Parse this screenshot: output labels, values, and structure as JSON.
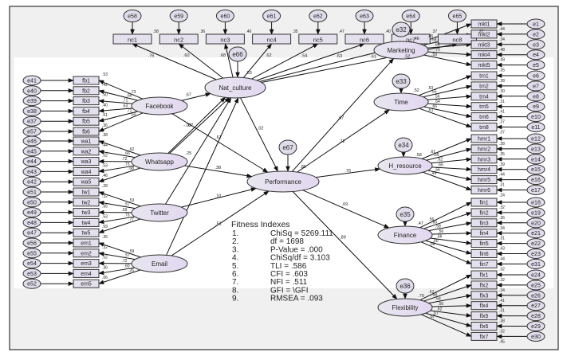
{
  "diagram": {
    "title": "SEM path diagram",
    "colors": {
      "latent_fill": "#e6e0f0",
      "observed_fill": "#e4e0ee",
      "error_fill": "#e0dcea",
      "stroke": "#222222",
      "frame_bg_top": "#f0f0f0",
      "frame_bg_mid": "#ffffff"
    },
    "latents": {
      "nat_culture": {
        "label": "Nat_culture",
        "error": "e66",
        "r2": ".53"
      },
      "performance": {
        "label": "Performance",
        "error": "e67",
        "r2": ".80"
      },
      "facebook": {
        "label": "Facebook"
      },
      "whatsapp": {
        "label": "Whatsapp"
      },
      "twitter": {
        "label": "Twitter"
      },
      "email": {
        "label": "Email"
      },
      "marketing": {
        "label": "Marketing",
        "error": "e32",
        "r2": ".46"
      },
      "time": {
        "label": "Time",
        "error": "e33",
        "r2": ".52"
      },
      "h_resource": {
        "label": "H_resource",
        "error": "e34",
        "r2": ".58"
      },
      "finance": {
        "label": "Finance",
        "error": "e35",
        "r2": ".47"
      },
      "flexibility": {
        "label": "Flexibility",
        "error": "e36",
        "r2": ".79"
      }
    },
    "indicator_groups": [
      {
        "latent": "nat_culture",
        "side": "top",
        "items": [
          {
            "label": "nc1",
            "error": "e58",
            "r2": ".58",
            "loading": ".76"
          },
          {
            "label": "nc2",
            "error": "e59",
            "r2": ".36",
            "loading": ".60"
          },
          {
            "label": "nc3",
            "error": "e60",
            "r2": ".46",
            "loading": ".68"
          },
          {
            "label": "nc4",
            "error": "e61",
            "r2": ".35",
            "loading": ".62"
          },
          {
            "label": "nc5",
            "error": "e62",
            "r2": ".47",
            "loading": ".54"
          },
          {
            "label": "nc6",
            "error": "e63",
            "r2": ".40",
            "loading": ".63"
          },
          {
            "label": "nc7",
            "error": "e64",
            "r2": ".37",
            "loading": ".61"
          },
          {
            "label": "nc8",
            "error": "e65",
            "r2": ".27",
            "loading": ".52"
          }
        ]
      },
      {
        "latent": "facebook",
        "side": "left",
        "items": [
          {
            "label": "fb1",
            "error": "e41",
            "r2": ".53",
            "loading": ".73"
          },
          {
            "label": "fb2",
            "error": "e40",
            "r2": ".42",
            "loading": ".65"
          },
          {
            "label": "fb3",
            "error": "e39",
            "r2": ".50",
            "loading": ".71"
          },
          {
            "label": "fb4",
            "error": "e38",
            "r2": ".40",
            "loading": ".63"
          },
          {
            "label": "fb5",
            "error": "e37",
            "r2": ".51",
            "loading": ".71"
          },
          {
            "label": "fb6",
            "error": "e57",
            "r2": ".36",
            "loading": ".60"
          }
        ]
      },
      {
        "latent": "whatsapp",
        "side": "left",
        "items": [
          {
            "label": "wa1",
            "error": "e46",
            "r2": ".38",
            "loading": ".62"
          },
          {
            "label": "wa2",
            "error": "e45",
            "r2": ".44",
            "loading": ".66"
          },
          {
            "label": "wa3",
            "error": "e44",
            "r2": ".52",
            "loading": ".72"
          },
          {
            "label": "wa4",
            "error": "e43",
            "r2": ".53",
            "loading": ".73"
          },
          {
            "label": "wa5",
            "error": "e42",
            "r2": ".46",
            "loading": ".68"
          }
        ]
      },
      {
        "latent": "twitter",
        "side": "left",
        "items": [
          {
            "label": "tw1",
            "error": "e51",
            "r2": ".28",
            "loading": ".53"
          },
          {
            "label": "tw2",
            "error": "e50",
            "r2": ".32",
            "loading": ".57"
          },
          {
            "label": "tw3",
            "error": "e49",
            "r2": ".35",
            "loading": ".59"
          },
          {
            "label": "tw4",
            "error": "e48",
            "r2": ".53",
            "loading": ".73"
          },
          {
            "label": "tw5",
            "error": "e47",
            "r2": ".59",
            "loading": ".77"
          }
        ]
      },
      {
        "latent": "email",
        "side": "left",
        "items": [
          {
            "label": "em1",
            "error": "e56",
            "r2": ".35",
            "loading": ".59"
          },
          {
            "label": "em2",
            "error": "e55",
            "r2": ".32",
            "loading": ".57"
          },
          {
            "label": "em3",
            "error": "e54",
            "r2": ".52",
            "loading": ".72"
          },
          {
            "label": "em4",
            "error": "e53",
            "r2": ".36",
            "loading": ".60"
          },
          {
            "label": "em5",
            "error": "e52",
            "r2": ".06",
            "loading": ".26"
          }
        ]
      },
      {
        "latent": "marketing",
        "side": "right",
        "items": [
          {
            "label": "mkt1",
            "error": "e1",
            "r2": ".44",
            "loading": ".66"
          },
          {
            "label": "mkt2",
            "error": "e2",
            "r2": ".34",
            "loading": ".58"
          },
          {
            "label": "mkt3",
            "error": "e3",
            "r2": ".48",
            "loading": ".69"
          },
          {
            "label": "mkt4",
            "error": "e4",
            "r2": ".49",
            "loading": ".70"
          },
          {
            "label": "mkt5",
            "error": "e5",
            "r2": ".35",
            "loading": ".59"
          }
        ]
      },
      {
        "latent": "time",
        "side": "right",
        "items": [
          {
            "label": "tm1",
            "error": "e6",
            "r2": ".28",
            "loading": ".53"
          },
          {
            "label": "tm2",
            "error": "e7",
            "r2": ".30",
            "loading": ".55"
          },
          {
            "label": "tm4",
            "error": "e8",
            "r2": ".31",
            "loading": ".56"
          },
          {
            "label": "tm5",
            "error": "e9",
            "r2": ".41",
            "loading": ".64"
          },
          {
            "label": "tm6",
            "error": "e10",
            "r2": ".37",
            "loading": ".66"
          },
          {
            "label": "tm8",
            "error": "e11",
            "r2": ".37",
            "loading": ".61"
          }
        ]
      },
      {
        "latent": "h_resource",
        "side": "right",
        "items": [
          {
            "label": "hmr1",
            "error": "e12",
            "r2": ".38",
            "loading": ".61"
          },
          {
            "label": "hmr2",
            "error": "e13",
            "r2": ".35",
            "loading": ".59"
          },
          {
            "label": "hmr3",
            "error": "e14",
            "r2": ".39",
            "loading": ".62"
          },
          {
            "label": "hmr4",
            "error": "e15",
            "r2": ".44",
            "loading": ".66"
          },
          {
            "label": "hmr5",
            "error": "e16",
            "r2": ".31",
            "loading": ".56"
          },
          {
            "label": "hmr6",
            "error": "e17",
            "r2": ".24",
            "loading": ".49"
          }
        ]
      },
      {
        "latent": "finance",
        "side": "right",
        "items": [
          {
            "label": "fin1",
            "error": "e18",
            "r2": ".32",
            "loading": ".56"
          },
          {
            "label": "fin2",
            "error": "e19",
            "r2": ".36",
            "loading": ".60"
          },
          {
            "label": "fin3",
            "error": "e20",
            "r2": ".34",
            "loading": ".58"
          },
          {
            "label": "fin4",
            "error": "e21",
            "r2": ".31",
            "loading": ".56"
          },
          {
            "label": "fin5",
            "error": "e22",
            "r2": ".43",
            "loading": ".66"
          },
          {
            "label": "fin6",
            "error": "e23",
            "r2": ".44",
            "loading": ".66"
          },
          {
            "label": "fin7",
            "error": "e31",
            "r2": ".32",
            "loading": ".56"
          }
        ]
      },
      {
        "latent": "flexibility",
        "side": "right",
        "items": [
          {
            "label": "flx1",
            "error": "e24",
            "r2": ".32",
            "loading": ".57"
          },
          {
            "label": "flx2",
            "error": "e25",
            "r2": ".34",
            "loading": ".58"
          },
          {
            "label": "flx3",
            "error": "e26",
            "r2": ".41",
            "loading": ".64"
          },
          {
            "label": "flx4",
            "error": "e27",
            "r2": ".31",
            "loading": ".56"
          },
          {
            "label": "flx5",
            "error": "e28",
            "r2": ".38",
            "loading": ".62"
          },
          {
            "label": "flx6",
            "error": "e29",
            "r2": ".32",
            "loading": ".57"
          },
          {
            "label": "flx7",
            "error": "e30",
            "r2": ".45",
            "loading": ".67"
          }
        ]
      }
    ],
    "paths": [
      {
        "from": "facebook",
        "to": "nat_culture",
        "coef": ".67"
      },
      {
        "from": "facebook",
        "to": "performance",
        "coef": ".61"
      },
      {
        "from": "whatsapp",
        "to": "nat_culture",
        "coef": "-.07"
      },
      {
        "from": "whatsapp",
        "to": "nat_culture",
        "coef": ".07"
      },
      {
        "from": "whatsapp",
        "to": "performance",
        "coef": ".38"
      },
      {
        "from": "twitter",
        "to": "nat_culture",
        "coef": ".25"
      },
      {
        "from": "twitter",
        "to": "performance",
        "coef": ".10"
      },
      {
        "from": "email",
        "to": "nat_culture",
        "coef": ""
      },
      {
        "from": "email",
        "to": "performance",
        "coef": ".51"
      },
      {
        "from": "nat_culture",
        "to": "performance",
        "coef": ".02"
      },
      {
        "from": "performance",
        "to": "marketing",
        "coef": ".67"
      },
      {
        "from": "performance",
        "to": "time",
        "coef": ".72"
      },
      {
        "from": "performance",
        "to": "h_resource",
        "coef": ".76"
      },
      {
        "from": "performance",
        "to": "finance",
        "coef": ".69"
      },
      {
        "from": "performance",
        "to": "flexibility",
        "coef": ".89"
      }
    ],
    "fitness": {
      "title": "Fitness Indexes",
      "items": [
        {
          "num": "1.",
          "text": "ChiSq = 5269.111"
        },
        {
          "num": "2.",
          "text": "df = 1698"
        },
        {
          "num": "3.",
          "text": "P-Value = .000"
        },
        {
          "num": "4.",
          "text": "ChiSq/df = 3.103"
        },
        {
          "num": "5.",
          "text": "TLI = .586"
        },
        {
          "num": "6.",
          "text": "CFI = .603"
        },
        {
          "num": "7.",
          "text": "NFI = .511"
        },
        {
          "num": "8.",
          "text": "GFI = \\GFI"
        },
        {
          "num": "9.",
          "text": "RMSEA = .093"
        }
      ]
    }
  }
}
